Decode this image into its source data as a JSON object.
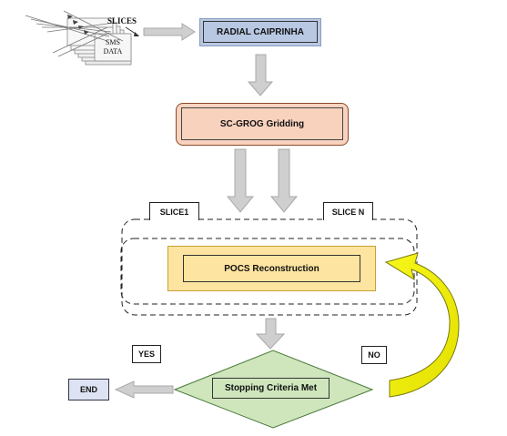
{
  "nodes": {
    "sms_data_line1": "SMS",
    "sms_data_line2": "DATA",
    "slices": "SLICES",
    "radial": "RADIAL CAIPRINHA",
    "grog": "SC-GROG Gridding",
    "slice1": "SLICE1",
    "slicen": "SLICE N",
    "pocs": "POCS Reconstruction",
    "stopping": "Stopping Criteria Met",
    "yes": "YES",
    "no": "NO",
    "end": "END"
  },
  "colors": {
    "radial_fill": "#b8c8e2",
    "grog_fill": "#f9d2be",
    "pocs_fill": "#fde4a0",
    "diamond_fill": "#cfe6bd",
    "end_fill": "#dde3f2",
    "arrow_gray": "#c8c8c8",
    "feedback_arrow": "#f2f20a"
  }
}
